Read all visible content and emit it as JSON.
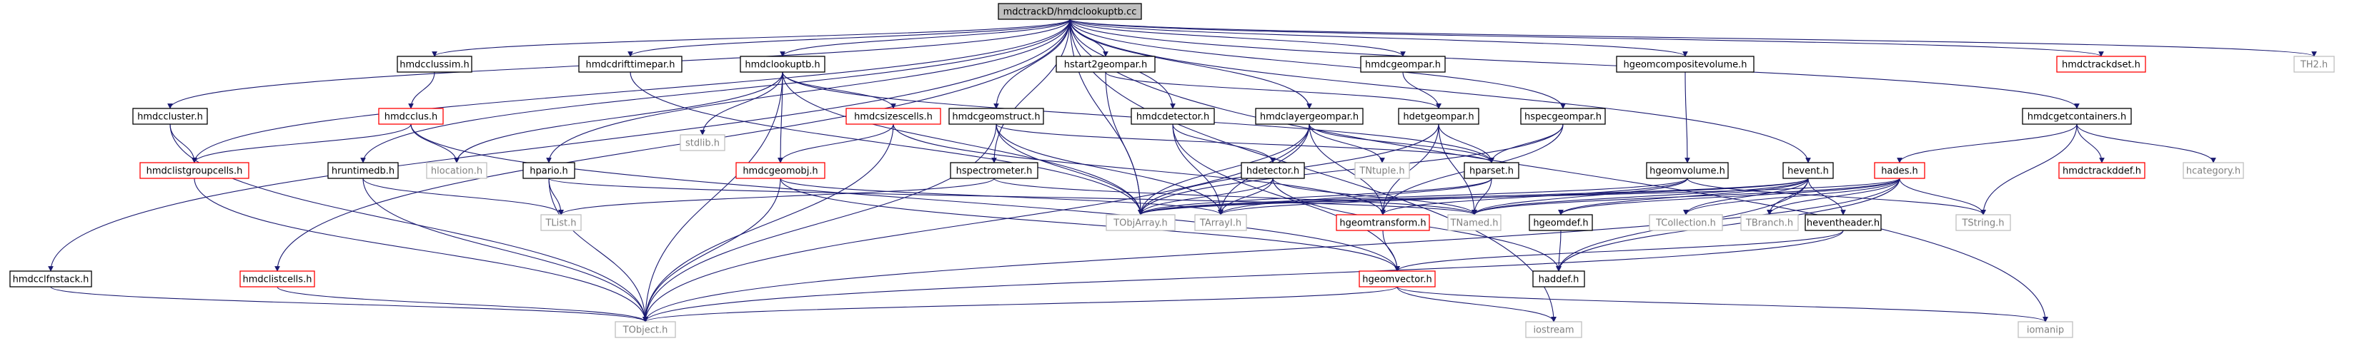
{
  "colors": {
    "root_fill": "#bfbfbf",
    "normal_border": "#000000",
    "undocumented_border": "#ff0000",
    "external_border": "#bfbfbf",
    "external_text": "#808080",
    "edge": "#191970"
  },
  "nodes": [
    {
      "id": "root",
      "label": "mdctrackD/hmdclookuptb.cc",
      "kind": "root"
    },
    {
      "id": "hmdcclussim",
      "label": "hmdcclussim.h",
      "kind": "normal"
    },
    {
      "id": "hmdcdrifttimepar",
      "label": "hmdcdrifttimepar.h",
      "kind": "normal"
    },
    {
      "id": "hmdclookuptb",
      "label": "hmdclookuptb.h",
      "kind": "normal"
    },
    {
      "id": "hstart2geompar",
      "label": "hstart2geompar.h",
      "kind": "normal"
    },
    {
      "id": "hmdcgeompar",
      "label": "hmdcgeompar.h",
      "kind": "normal"
    },
    {
      "id": "hgeomcompositevolume",
      "label": "hgeomcompositevolume.h",
      "kind": "normal"
    },
    {
      "id": "hmdctrackdset",
      "label": "hmdctrackdset.h",
      "kind": "undocumented"
    },
    {
      "id": "TH2",
      "label": "TH2.h",
      "kind": "external"
    },
    {
      "id": "hmdccluster",
      "label": "hmdccluster.h",
      "kind": "normal"
    },
    {
      "id": "hmdcclus",
      "label": "hmdcclus.h",
      "kind": "undocumented"
    },
    {
      "id": "stdlib",
      "label": "stdlib.h",
      "kind": "external"
    },
    {
      "id": "hmdcsizescells",
      "label": "hmdcsizescells.h",
      "kind": "undocumented"
    },
    {
      "id": "hmdcgeomstruct",
      "label": "hmdcgeomstruct.h",
      "kind": "normal"
    },
    {
      "id": "hmdcdetector",
      "label": "hmdcdetector.h",
      "kind": "normal"
    },
    {
      "id": "hmdclayergeompar",
      "label": "hmdclayergeompar.h",
      "kind": "normal"
    },
    {
      "id": "hdetgeompar",
      "label": "hdetgeompar.h",
      "kind": "normal"
    },
    {
      "id": "hspecgeompar",
      "label": "hspecgeompar.h",
      "kind": "normal"
    },
    {
      "id": "hmdcgetcontainers",
      "label": "hmdcgetcontainers.h",
      "kind": "normal"
    },
    {
      "id": "hmdclistgroupcells",
      "label": "hmdclistgroupcells.h",
      "kind": "undocumented"
    },
    {
      "id": "hlocation",
      "label": "hlocation.h",
      "kind": "external"
    },
    {
      "id": "hruntimedb",
      "label": "hruntimedb.h",
      "kind": "normal"
    },
    {
      "id": "hpario",
      "label": "hpario.h",
      "kind": "normal"
    },
    {
      "id": "hmdcgeomobj",
      "label": "hmdcgeomobj.h",
      "kind": "undocumented"
    },
    {
      "id": "hspectrometer",
      "label": "hspectrometer.h",
      "kind": "normal"
    },
    {
      "id": "hdetector",
      "label": "hdetector.h",
      "kind": "normal"
    },
    {
      "id": "TNtuple",
      "label": "TNtuple.h",
      "kind": "external"
    },
    {
      "id": "hparset",
      "label": "hparset.h",
      "kind": "normal"
    },
    {
      "id": "hgeomvolume",
      "label": "hgeomvolume.h",
      "kind": "normal"
    },
    {
      "id": "hevent",
      "label": "hevent.h",
      "kind": "normal"
    },
    {
      "id": "hades",
      "label": "hades.h",
      "kind": "undocumented"
    },
    {
      "id": "hmdctrackddef",
      "label": "hmdctrackddef.h",
      "kind": "undocumented"
    },
    {
      "id": "hcategory",
      "label": "hcategory.h",
      "kind": "external"
    },
    {
      "id": "TList",
      "label": "TList.h",
      "kind": "external"
    },
    {
      "id": "TObjArray",
      "label": "TObjArray.h",
      "kind": "external"
    },
    {
      "id": "TArrayI",
      "label": "TArrayI.h",
      "kind": "external"
    },
    {
      "id": "hgeomtransform",
      "label": "hgeomtransform.h",
      "kind": "undocumented"
    },
    {
      "id": "TNamed",
      "label": "TNamed.h",
      "kind": "external"
    },
    {
      "id": "hgeomdef",
      "label": "hgeomdef.h",
      "kind": "normal"
    },
    {
      "id": "TCollection",
      "label": "TCollection.h",
      "kind": "external"
    },
    {
      "id": "TBranch",
      "label": "TBranch.h",
      "kind": "external"
    },
    {
      "id": "heventheader",
      "label": "heventheader.h",
      "kind": "normal"
    },
    {
      "id": "TString",
      "label": "TString.h",
      "kind": "external"
    },
    {
      "id": "hmdcclfnstack",
      "label": "hmdcclfnstack.h",
      "kind": "normal"
    },
    {
      "id": "hmdclistcells",
      "label": "hmdclistcells.h",
      "kind": "undocumented"
    },
    {
      "id": "hgeomvector",
      "label": "hgeomvector.h",
      "kind": "undocumented"
    },
    {
      "id": "haddef",
      "label": "haddef.h",
      "kind": "normal"
    },
    {
      "id": "TObject",
      "label": "TObject.h",
      "kind": "external"
    },
    {
      "id": "iostream",
      "label": "iostream",
      "kind": "external"
    },
    {
      "id": "iomanip",
      "label": "iomanip",
      "kind": "external"
    }
  ],
  "edges": [
    [
      "root",
      "hmdcclussim"
    ],
    [
      "root",
      "hmdcdrifttimepar"
    ],
    [
      "root",
      "hmdclookuptb"
    ],
    [
      "root",
      "hstart2geompar"
    ],
    [
      "root",
      "hmdcgeompar"
    ],
    [
      "root",
      "hgeomcompositevolume"
    ],
    [
      "root",
      "hmdctrackdset"
    ],
    [
      "root",
      "TH2"
    ],
    [
      "root",
      "hmdccluster"
    ],
    [
      "root",
      "hmdclistgroupcells"
    ],
    [
      "root",
      "hmdclistcells"
    ],
    [
      "root",
      "hmdcclfnstack"
    ],
    [
      "root",
      "hruntimedb"
    ],
    [
      "root",
      "hpario"
    ],
    [
      "root",
      "hmdcgeomstruct"
    ],
    [
      "root",
      "hspectrometer"
    ],
    [
      "root",
      "hmdcdetector"
    ],
    [
      "root",
      "hmdclayergeompar"
    ],
    [
      "root",
      "hspecgeompar"
    ],
    [
      "root",
      "hevent"
    ],
    [
      "root",
      "hmdcgetcontainers"
    ],
    [
      "root",
      "TObjArray"
    ],
    [
      "root",
      "iostream"
    ],
    [
      "root",
      "iomanip"
    ],
    [
      "hmdcclussim",
      "hmdcclus"
    ],
    [
      "hmdcclus",
      "hmdclistgroupcells"
    ],
    [
      "hmdcclus",
      "hlocation"
    ],
    [
      "hmdcclus",
      "hgeomvector"
    ],
    [
      "hmdcdrifttimepar",
      "TObjArray"
    ],
    [
      "hmdclookuptb",
      "stdlib"
    ],
    [
      "hmdclookuptb",
      "hmdcsizescells"
    ],
    [
      "hmdclookuptb",
      "hmdcgeomobj"
    ],
    [
      "hmdclookuptb",
      "hlocation"
    ],
    [
      "hmdclookuptb",
      "hparset"
    ],
    [
      "hmdclookuptb",
      "TObject"
    ],
    [
      "hmdclookuptb",
      "TObjArray"
    ],
    [
      "hmdcsizescells",
      "hmdcgeomobj"
    ],
    [
      "hmdcsizescells",
      "hgeomtransform"
    ],
    [
      "hmdcsizescells",
      "TObject"
    ],
    [
      "hstart2geompar",
      "hdetgeompar"
    ],
    [
      "hstart2geompar",
      "TObjArray"
    ],
    [
      "hmdcgeompar",
      "hdetgeompar"
    ],
    [
      "hdetgeompar",
      "hparset"
    ],
    [
      "hdetgeompar",
      "TObjArray"
    ],
    [
      "hdetgeompar",
      "hgeomtransform"
    ],
    [
      "hdetgeompar",
      "TNamed"
    ],
    [
      "hgeomcompositevolume",
      "hgeomvolume"
    ],
    [
      "hgeomvolume",
      "hgeomtransform"
    ],
    [
      "hgeomvolume",
      "TObjArray"
    ],
    [
      "hgeomvolume",
      "TNamed"
    ],
    [
      "hgeomvolume",
      "TString"
    ],
    [
      "hspecgeompar",
      "hparset"
    ],
    [
      "hspecgeompar",
      "TObjArray"
    ],
    [
      "hspecgeompar",
      "hgeomtransform"
    ],
    [
      "hmdccluster",
      "hmdclistgroupcells"
    ],
    [
      "hmdccluster",
      "TObject"
    ],
    [
      "hmdclistgroupcells",
      "TObject"
    ],
    [
      "hmdclistcells",
      "TObject"
    ],
    [
      "hmdcclfnstack",
      "TObject"
    ],
    [
      "hruntimedb",
      "TList"
    ],
    [
      "hruntimedb",
      "TObject"
    ],
    [
      "hpario",
      "TList"
    ],
    [
      "hpario",
      "TObject"
    ],
    [
      "hpario",
      "TNamed"
    ],
    [
      "hmdcgeomstruct",
      "hparset"
    ],
    [
      "hmdcgeomstruct",
      "TArrayI"
    ],
    [
      "hmdcgeomstruct",
      "TObjArray"
    ],
    [
      "hmdcgeomstruct",
      "TObject"
    ],
    [
      "hspectrometer",
      "TList"
    ],
    [
      "hspectrometer",
      "TNamed"
    ],
    [
      "hmdcdetector",
      "hdetector"
    ],
    [
      "hmdcdetector",
      "TArrayI"
    ],
    [
      "hmdcdetector",
      "hgeomvector"
    ],
    [
      "hmdclayergeompar",
      "hparset"
    ],
    [
      "hmdclayergeompar",
      "TNtuple"
    ],
    [
      "hmdclayergeompar",
      "TArrayI"
    ],
    [
      "hmdclayergeompar",
      "TObjArray"
    ],
    [
      "hmdclayergeompar",
      "hgeomtransform"
    ],
    [
      "hmdclayergeompar",
      "TObject"
    ],
    [
      "hdetector",
      "TArrayI"
    ],
    [
      "hdetector",
      "TNamed"
    ],
    [
      "hdetector",
      "haddef"
    ],
    [
      "hdetector",
      "TObjArray"
    ],
    [
      "hparset",
      "TNamed"
    ],
    [
      "hparset",
      "TArrayI"
    ],
    [
      "hparset",
      "TObjArray"
    ],
    [
      "hmdcgeomobj",
      "TObject"
    ],
    [
      "hmdcgeomobj",
      "hgeomvector"
    ],
    [
      "hmdcgeomobj",
      "TArrayI"
    ],
    [
      "hgeomtransform",
      "hgeomvector"
    ],
    [
      "hgeomvector",
      "TObject"
    ],
    [
      "hgeomvector",
      "iostream"
    ],
    [
      "hgeomvector",
      "iomanip"
    ],
    [
      "hevent",
      "TCollection"
    ],
    [
      "hevent",
      "TBranch"
    ],
    [
      "hevent",
      "heventheader"
    ],
    [
      "hevent",
      "TObjArray"
    ],
    [
      "hevent",
      "TNamed"
    ],
    [
      "hevent",
      "hgeomdef"
    ],
    [
      "hevent",
      "haddef"
    ],
    [
      "hevent",
      "TArrayI"
    ],
    [
      "hades",
      "TString"
    ],
    [
      "hades",
      "TObject"
    ],
    [
      "hades",
      "TBranch"
    ],
    [
      "hades",
      "TCollection"
    ],
    [
      "hades",
      "hgeomdef"
    ],
    [
      "hades",
      "TNamed"
    ],
    [
      "hades",
      "TObjArray"
    ],
    [
      "hades",
      "haddef"
    ],
    [
      "hmdcgetcontainers",
      "hades"
    ],
    [
      "hmdcgetcontainers",
      "hmdctrackddef"
    ],
    [
      "hmdcgetcontainers",
      "hcategory"
    ],
    [
      "hmdcgetcontainers",
      "TString"
    ],
    [
      "hgeomdef",
      "haddef"
    ],
    [
      "heventheader",
      "TObject"
    ],
    [
      "heventheader",
      "hgeomvector"
    ]
  ]
}
